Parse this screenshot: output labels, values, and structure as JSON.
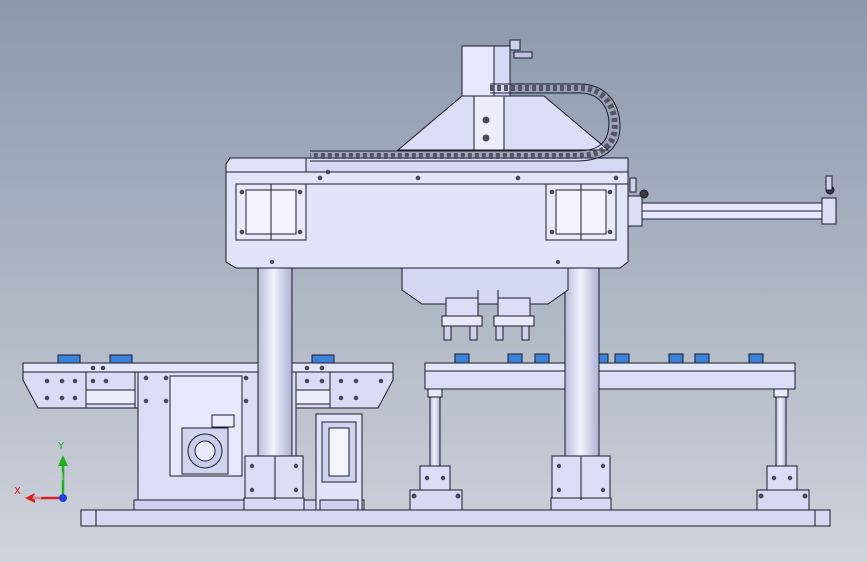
{
  "triad": {
    "x_label": "X",
    "y_label": "Y",
    "x_color": "#e02020",
    "y_color": "#20b020",
    "z_color": "#2040e0"
  },
  "palette": {
    "part_fill": "#dfe1f7",
    "part_dark": "#c6c9ea",
    "edge": "#1b1b2a",
    "accent_blue": "#3c82d8",
    "background_top": "#8c98ab",
    "background_bottom": "#cfd3db"
  },
  "parts": {
    "base_plate": "base-plate",
    "gantry": "gantry-beam",
    "columns": "support-columns",
    "gripper": "gripper-head",
    "cable_chain": "cable-drag-chain",
    "left_conveyor": "left-conveyor",
    "right_table": "right-work-table",
    "cylinder_arm": "side-cylinder-arm"
  }
}
